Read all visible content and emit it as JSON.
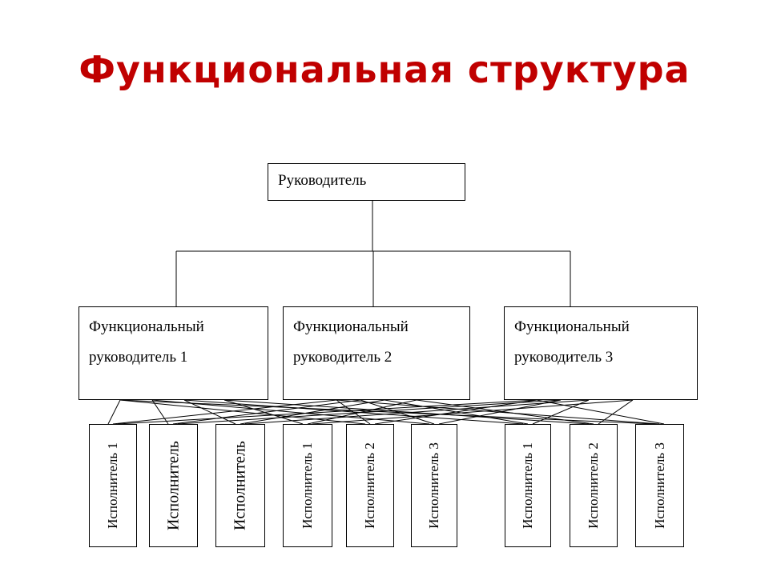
{
  "title": "Функциональная структура",
  "head": {
    "label": "Руководитель"
  },
  "managers": [
    {
      "line1": "Функциональный",
      "line2": "руководитель 1"
    },
    {
      "line1": "Функциональный",
      "line2": "руководитель 2"
    },
    {
      "line1": "Функциональный",
      "line2": "руководитель 3"
    }
  ],
  "performers": [
    "Исполнитель 1",
    "Исполнитель",
    "Исполнитель",
    "Исполнитель 1",
    "Исполнитель 2",
    "Исполнитель 3",
    "Исполнитель 1",
    "Исполнитель 2",
    "Исполнитель 3"
  ]
}
